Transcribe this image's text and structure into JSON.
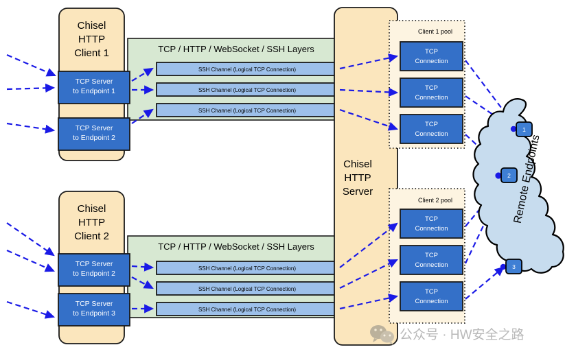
{
  "diagram": {
    "title": "Chisel HTTP tunneling architecture",
    "colors": {
      "client_fill": "#fbe6bd",
      "client_stroke": "#1a1a1a",
      "layers_fill": "#d7e8d2",
      "layers_stroke": "#1a1a1a",
      "tcp_blue": "#3470c8",
      "ssh_channel_fill": "#9dc0ea",
      "pool_fill": "#fdf4e1",
      "pool_stroke": "#000000",
      "cloud_fill": "#c7dcee",
      "cloud_stroke": "#000000",
      "arrow_blue": "#1a1ae6",
      "watermark_gray": "#b9b9b9"
    },
    "clients": [
      {
        "id": "client-1",
        "title_lines": [
          "Chisel",
          "HTTP",
          "Client 1"
        ],
        "layers_label": "TCP / HTTP / WebSocket / SSH Layers",
        "tcp_servers": [
          {
            "line1": "TCP Server",
            "line2": "to Endpoint 1"
          },
          {
            "line1": "TCP Server",
            "line2": "to Endpoint 2"
          }
        ],
        "ssh_channels": [
          "SSH Channel (Logical TCP Connection)",
          "SSH Channel (Logical TCP Connection)",
          "SSH Channel (Logical TCP Connection)"
        ]
      },
      {
        "id": "client-2",
        "title_lines": [
          "Chisel",
          "HTTP",
          "Client 2"
        ],
        "layers_label": "TCP / HTTP / WebSocket / SSH Layers",
        "tcp_servers": [
          {
            "line1": "TCP Server",
            "line2": "to Endpoint 2"
          },
          {
            "line1": "TCP Server",
            "line2": "to Endpoint 3"
          }
        ],
        "ssh_channels": [
          "SSH Channel (Logical TCP Connection)",
          "SSH Channel (Logical TCP Connection)",
          "SSH Channel (Logical TCP Connection)"
        ]
      }
    ],
    "server": {
      "title_lines": [
        "Chisel",
        "HTTP",
        "Server"
      ],
      "pools": [
        {
          "label": "Client 1 pool",
          "connections": [
            {
              "line1": "TCP",
              "line2": "Connection"
            },
            {
              "line1": "TCP",
              "line2": "Connection"
            },
            {
              "line1": "TCP",
              "line2": "Connection"
            }
          ]
        },
        {
          "label": "Client 2 pool",
          "connections": [
            {
              "line1": "TCP",
              "line2": "Connection"
            },
            {
              "line1": "TCP",
              "line2": "Connection"
            },
            {
              "line1": "TCP",
              "line2": "Connection"
            }
          ]
        }
      ]
    },
    "cloud": {
      "label": "Remote Endpoints",
      "endpoints": [
        "1",
        "2",
        "3"
      ]
    },
    "watermark": {
      "icon": "wechat-icon",
      "text": "公众号 · HW安全之路"
    }
  }
}
